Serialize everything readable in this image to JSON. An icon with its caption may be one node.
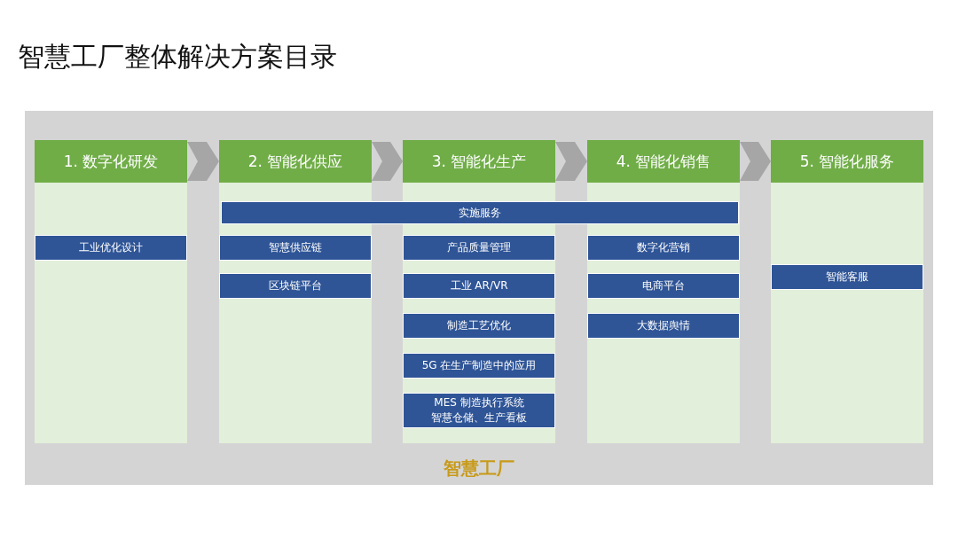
{
  "diagram": {
    "title": "智慧工厂整体解决方案目录",
    "nodes": [
      {
        "text": [
          "智慧工厂"
        ]
      },
      {
        "text": [
          "1. 数字化研发"
        ],
        "in": 0
      },
      {
        "text": [
          "2. 智能化供应"
        ],
        "in": 0
      },
      {
        "text": [
          "3. 智能化生产"
        ],
        "in": 0
      },
      {
        "text": [
          "4. 智能化销售"
        ],
        "in": 0
      },
      {
        "text": [
          "5. 智能化服务"
        ],
        "in": 0
      },
      {
        "text": [
          "实施服务"
        ],
        "in": 0
      },
      {
        "text": [
          "工业优化设计"
        ],
        "in": 1
      },
      {
        "text": [
          "智慧供应链"
        ],
        "in": 2
      },
      {
        "text": [
          "区块链平台"
        ],
        "in": 2
      },
      {
        "text": [
          "产品质量管理"
        ],
        "in": 3
      },
      {
        "text": [
          "工业 AR/VR"
        ],
        "in": 3
      },
      {
        "text": [
          "制造工艺优化"
        ],
        "in": 3
      },
      {
        "text": [
          "5G 在生产制造中的应用"
        ],
        "in": 3
      },
      {
        "text": [
          "MES 制造执行系统智慧仓储、生产看板"
        ],
        "in": 3
      },
      {
        "text": [
          "数字化营销"
        ],
        "in": 4
      },
      {
        "text": [
          "电商平台"
        ],
        "in": 4
      },
      {
        "text": [
          "大数据舆情"
        ],
        "in": 4
      },
      {
        "text": [
          "智能客服"
        ],
        "in": 5
      }
    ],
    "edges": [
      {
        "from": 1,
        "to": 2,
        "arrow": "to"
      },
      {
        "from": 2,
        "to": 3,
        "arrow": "to"
      },
      {
        "from": 3,
        "to": 4,
        "arrow": "to"
      },
      {
        "from": 4,
        "to": 5,
        "arrow": "to"
      }
    ]
  }
}
